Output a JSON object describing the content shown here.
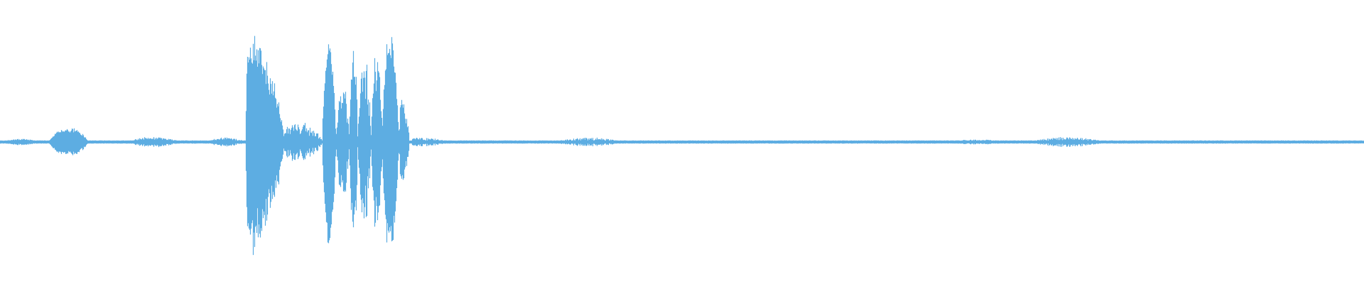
{
  "waveform": {
    "color": "#5dade2",
    "background": "#ffffff",
    "baseline": 0.012,
    "segments": [
      {
        "start": 0.0,
        "end": 0.03,
        "amp": 0.025,
        "attack": 0.4,
        "decay": 0.4,
        "jitter": 0.4
      },
      {
        "start": 0.036,
        "end": 0.064,
        "amp": 0.105,
        "attack": 0.3,
        "decay": 0.3,
        "jitter": 0.25
      },
      {
        "start": 0.092,
        "end": 0.132,
        "amp": 0.04,
        "attack": 0.4,
        "decay": 0.4,
        "jitter": 0.5
      },
      {
        "start": 0.15,
        "end": 0.18,
        "amp": 0.035,
        "attack": 0.4,
        "decay": 0.4,
        "jitter": 0.5
      },
      {
        "start": 0.18,
        "end": 0.208,
        "amp": 0.95,
        "attack": 0.06,
        "decay": 0.8,
        "jitter": 0.35
      },
      {
        "start": 0.206,
        "end": 0.236,
        "amp": 0.15,
        "attack": 0.2,
        "decay": 0.4,
        "jitter": 0.6
      },
      {
        "start": 0.236,
        "end": 0.246,
        "amp": 0.82,
        "attack": 0.4,
        "decay": 0.4,
        "jitter": 0.15
      },
      {
        "start": 0.246,
        "end": 0.256,
        "amp": 0.45,
        "attack": 0.3,
        "decay": 0.3,
        "jitter": 0.5
      },
      {
        "start": 0.256,
        "end": 0.262,
        "amp": 0.74,
        "attack": 0.3,
        "decay": 0.3,
        "jitter": 0.3
      },
      {
        "start": 0.262,
        "end": 0.272,
        "amp": 0.6,
        "attack": 0.3,
        "decay": 0.3,
        "jitter": 0.5
      },
      {
        "start": 0.272,
        "end": 0.28,
        "amp": 0.68,
        "attack": 0.3,
        "decay": 0.3,
        "jitter": 0.4
      },
      {
        "start": 0.28,
        "end": 0.292,
        "amp": 0.82,
        "attack": 0.3,
        "decay": 0.35,
        "jitter": 0.15
      },
      {
        "start": 0.292,
        "end": 0.3,
        "amp": 0.33,
        "attack": 0.2,
        "decay": 0.5,
        "jitter": 0.5
      },
      {
        "start": 0.3,
        "end": 0.33,
        "amp": 0.035,
        "attack": 0.1,
        "decay": 0.6,
        "jitter": 0.6
      },
      {
        "start": 0.405,
        "end": 0.458,
        "amp": 0.035,
        "attack": 0.4,
        "decay": 0.4,
        "jitter": 0.6
      },
      {
        "start": 0.458,
        "end": 0.695,
        "amp": 0.006,
        "attack": 0.1,
        "decay": 0.1,
        "jitter": 0.4
      },
      {
        "start": 0.693,
        "end": 0.74,
        "amp": 0.022,
        "attack": 0.4,
        "decay": 0.4,
        "jitter": 0.6
      },
      {
        "start": 0.755,
        "end": 0.81,
        "amp": 0.04,
        "attack": 0.4,
        "decay": 0.4,
        "jitter": 0.6
      },
      {
        "start": 0.81,
        "end": 1.0,
        "amp": 0.008,
        "attack": 0.1,
        "decay": 0.1,
        "jitter": 0.5
      }
    ]
  }
}
